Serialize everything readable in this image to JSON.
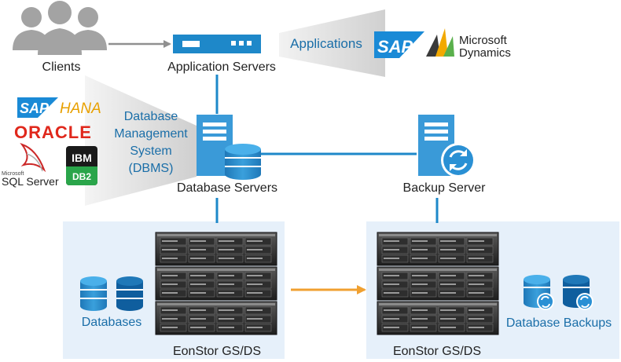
{
  "nodes": {
    "clients": "Clients",
    "application_servers": "Application Servers",
    "applications": "Applications",
    "dbms": [
      "Database",
      "Management",
      "System",
      "(DBMS)"
    ],
    "database_servers": "Database Servers",
    "backup_server": "Backup Server",
    "databases": "Databases",
    "database_backups": "Database Backups",
    "storage_left": "EonStor GS/DS",
    "storage_right": "EonStor GS/DS"
  },
  "logos": {
    "sap": "SAP",
    "microsoft_dynamics": [
      "Microsoft",
      "Dynamics"
    ],
    "sap_hana_sap": "SAP",
    "sap_hana_hana": "HANA",
    "oracle": "ORACLE",
    "sql_server_small": "Microsoft",
    "sql_server": "SQL Server",
    "ibm": "IBM",
    "db2": "DB2"
  },
  "colors": {
    "accent_blue": "#1e88c9",
    "label_blue": "#1a6ea8",
    "panel_blue": "#e6f0fa",
    "arrow_gray": "#909090",
    "arrow_orange": "#f0a030",
    "sap_blue": "#1a8ad6",
    "oracle_red": "#e0281c",
    "db2_green": "#2aa54a"
  }
}
